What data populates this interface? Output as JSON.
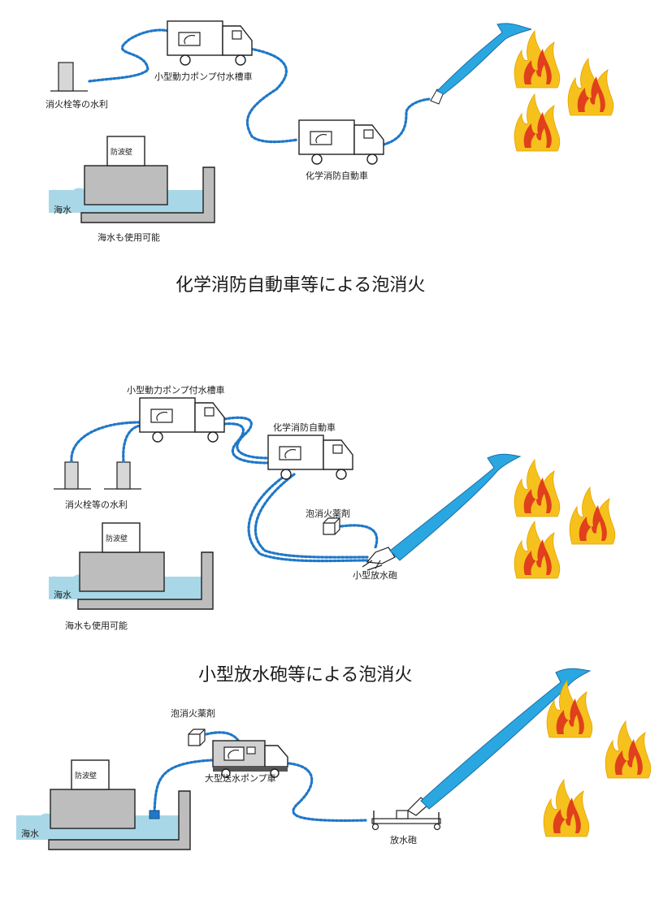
{
  "colors": {
    "hose": "#1f78c8",
    "foam_jet": "#2aa7e0",
    "seawater": "#a8d8e8",
    "wall": "#bdbdbd",
    "fire_outer": "#f6c11d",
    "fire_inner": "#e0401b"
  },
  "icons": [
    "fire-icon",
    "fire-truck-icon",
    "hydrant-icon",
    "foam-box-icon",
    "water-cannon-icon"
  ],
  "section1": {
    "labels": {
      "pump_tank_truck": "小型動力ポンプ付水槽車",
      "hydrant": "消火栓等の水利",
      "breakwater": "防波壁",
      "seawater": "海水",
      "seawater_usable": "海水も使用可能",
      "chemical_truck": "化学消防自動車"
    },
    "title": "化学消防自動車等による泡消火"
  },
  "section2": {
    "labels": {
      "pump_tank_truck": "小型動力ポンプ付水槽車",
      "chemical_truck": "化学消防自動車",
      "hydrant": "消火栓等の水利",
      "breakwater": "防波壁",
      "foam_agent": "泡消火薬剤",
      "small_cannon": "小型放水砲",
      "seawater": "海水",
      "seawater_usable": "海水も使用可能"
    },
    "title": "小型放水砲等による泡消火"
  },
  "section3": {
    "labels": {
      "foam_agent": "泡消火薬剤",
      "breakwater": "防波壁",
      "large_pump_truck": "大型送水ポンプ車",
      "seawater": "海水",
      "cannon": "放水砲"
    }
  }
}
